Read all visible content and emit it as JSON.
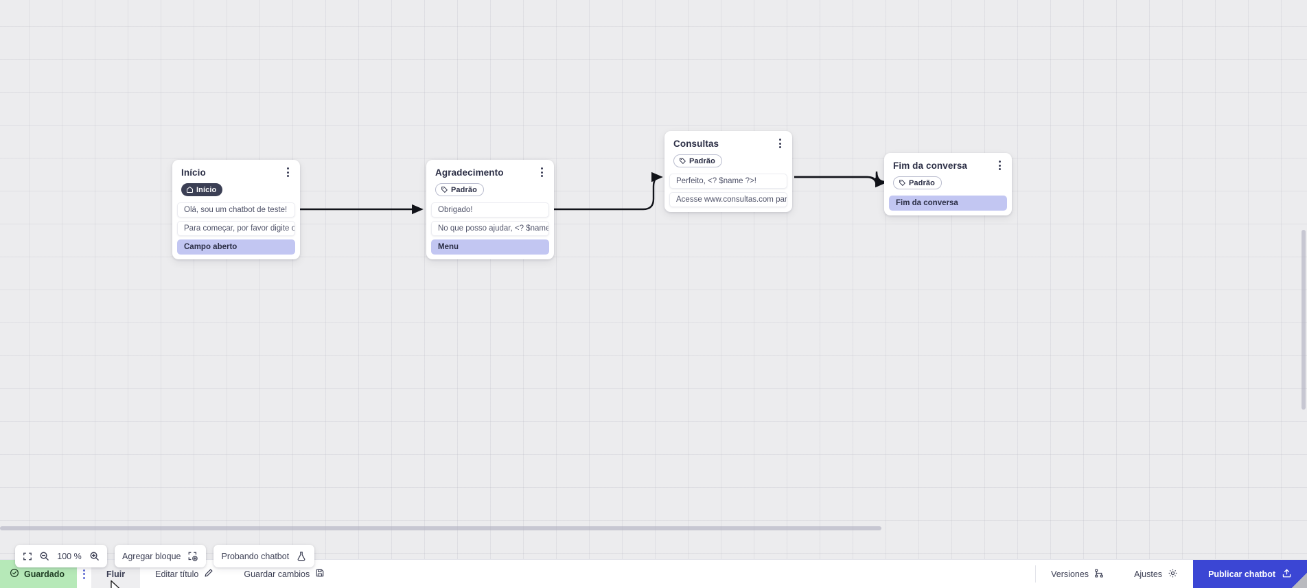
{
  "canvas": {
    "zoom_level": "100 %",
    "nodes": [
      {
        "id": "inicio",
        "title": "Início",
        "badge": "Início",
        "badge_icon": "home-icon",
        "badge_kind": "start",
        "rows": [
          {
            "text": "Olá, sou um chatbot de teste!",
            "kind": "message"
          },
          {
            "text": "Para começar, por favor digite o ...",
            "kind": "message"
          },
          {
            "text": "Campo aberto",
            "kind": "action"
          }
        ]
      },
      {
        "id": "agradecimento",
        "title": "Agradecimento",
        "badge": "Padrão",
        "badge_icon": "tag-icon",
        "badge_kind": "default",
        "rows": [
          {
            "text": "Obrigado!",
            "kind": "message"
          },
          {
            "text": "No que posso ajudar, <? $name ...",
            "kind": "message"
          },
          {
            "text": "Menu",
            "kind": "action"
          }
        ]
      },
      {
        "id": "consultas",
        "title": "Consultas",
        "badge": "Padrão",
        "badge_icon": "tag-icon",
        "badge_kind": "default",
        "rows": [
          {
            "text": "Perfeito, <? $name ?>!",
            "kind": "message"
          },
          {
            "text": "Acesse www.consultas.com par...",
            "kind": "message"
          }
        ]
      },
      {
        "id": "fim-da-conversa",
        "title": "Fim da conversa",
        "badge": "Padrão",
        "badge_icon": "tag-icon",
        "badge_kind": "default",
        "rows": [
          {
            "text": "Fim da conversa",
            "kind": "action"
          }
        ]
      }
    ]
  },
  "toolbar": {
    "fit_icon": "fit-screen-icon",
    "zoom_out_icon": "zoom-out-icon",
    "zoom_level": "100 %",
    "zoom_in_icon": "zoom-in-icon",
    "add_block_label": "Agregar bloque",
    "add_block_icon": "add-block-icon",
    "test_bot_label": "Probando chatbot",
    "test_bot_icon": "flask-icon"
  },
  "statusbar": {
    "saved_label": "Guardado",
    "saved_icon": "check-circle-icon",
    "saved_color": "#b6e9b8",
    "tab_menu_icon": "vertical-dots-icon",
    "flow_tab_label": "Fluir",
    "edit_title_label": "Editar título",
    "edit_title_icon": "pencil-icon",
    "save_changes_label": "Guardar cambios",
    "save_changes_icon": "floppy-icon",
    "versions_label": "Versiones",
    "versions_icon": "branch-icon",
    "settings_label": "Ajustes",
    "settings_icon": "gear-icon",
    "publish_label": "Publicar chatbot",
    "publish_icon": "upload-icon",
    "publish_color": "#3b46d4"
  }
}
